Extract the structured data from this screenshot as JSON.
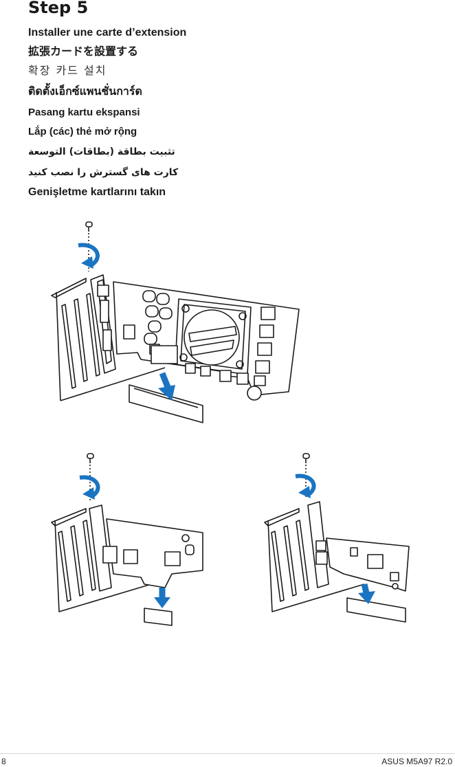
{
  "step": {
    "title": "Step 5"
  },
  "captions": {
    "french": "Installer une carte d’extension",
    "japanese": "拡張カードを設置する",
    "korean": "확장 카드 설치",
    "thai": "ติดตั้งเอ็กซ์แพนชั่นการ์ด",
    "indonesian": "Pasang kartu ekspansi",
    "vietnamese": "Lắp (các) thẻ mở rộng",
    "arabic": "تثبيت بطاقة (بطاقات) التوسعة",
    "persian": "کارت های گسترش را نصب کنید",
    "turkish": "Genişletme kartlarını takın"
  },
  "footer": {
    "page_number": "8",
    "doc_code": "ASUS M5A97 R2.0"
  },
  "colors": {
    "arrow_blue": "#1a74c2",
    "line": "#1a1a1a"
  }
}
